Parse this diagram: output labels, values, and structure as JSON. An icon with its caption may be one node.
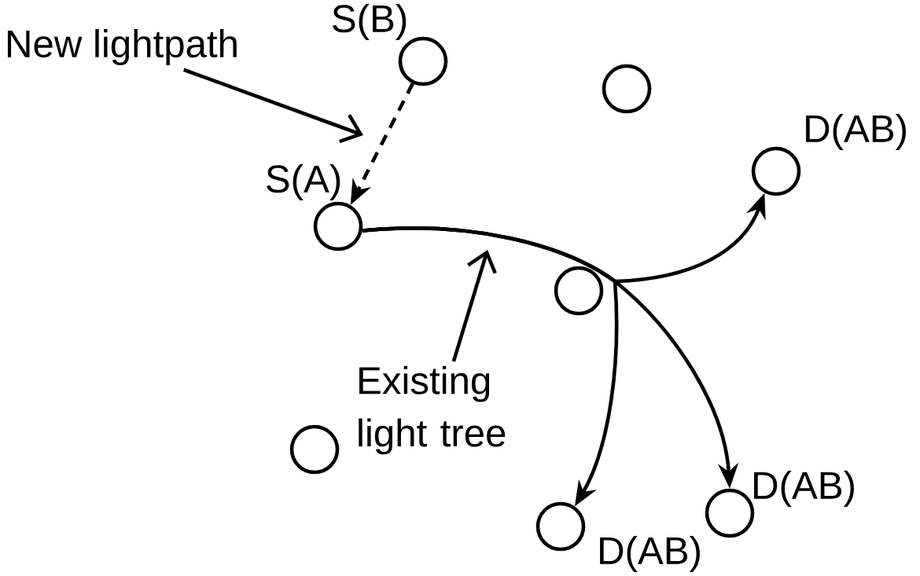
{
  "diagram": {
    "nodes": [
      {
        "text": [
          "New lightpath"
        ]
      },
      {
        "text": [],
        "shape": "circle",
        "beside": [
          "S(B)"
        ]
      },
      {
        "text": [],
        "shape": "circle"
      },
      {
        "text": [],
        "shape": "circle",
        "beside": [
          "D(AB)"
        ]
      },
      {
        "text": [],
        "shape": "circle",
        "beside": [
          "S(A)"
        ]
      },
      {
        "text": [],
        "shape": "circle"
      },
      {
        "text": [
          "Existing light tree"
        ]
      },
      {
        "text": [],
        "shape": "circle"
      },
      {
        "text": [],
        "shape": "circle",
        "beside": [
          "D(AB)"
        ]
      },
      {
        "text": [],
        "shape": "circle",
        "beside": [
          "D(AB)"
        ]
      }
    ],
    "edges": [
      {
        "from": 1,
        "to": 4,
        "arrow": "to",
        "style": "dashed"
      },
      {
        "from": 4,
        "to": 8,
        "arrow": "to"
      },
      {
        "from": 4,
        "to": 3,
        "arrow": "to"
      },
      {
        "from": 4,
        "to": 9,
        "arrow": "to"
      },
      {
        "from": 0,
        "to": null,
        "arrow": "to"
      },
      {
        "from": 6,
        "to": null,
        "arrow": "to"
      }
    ]
  }
}
